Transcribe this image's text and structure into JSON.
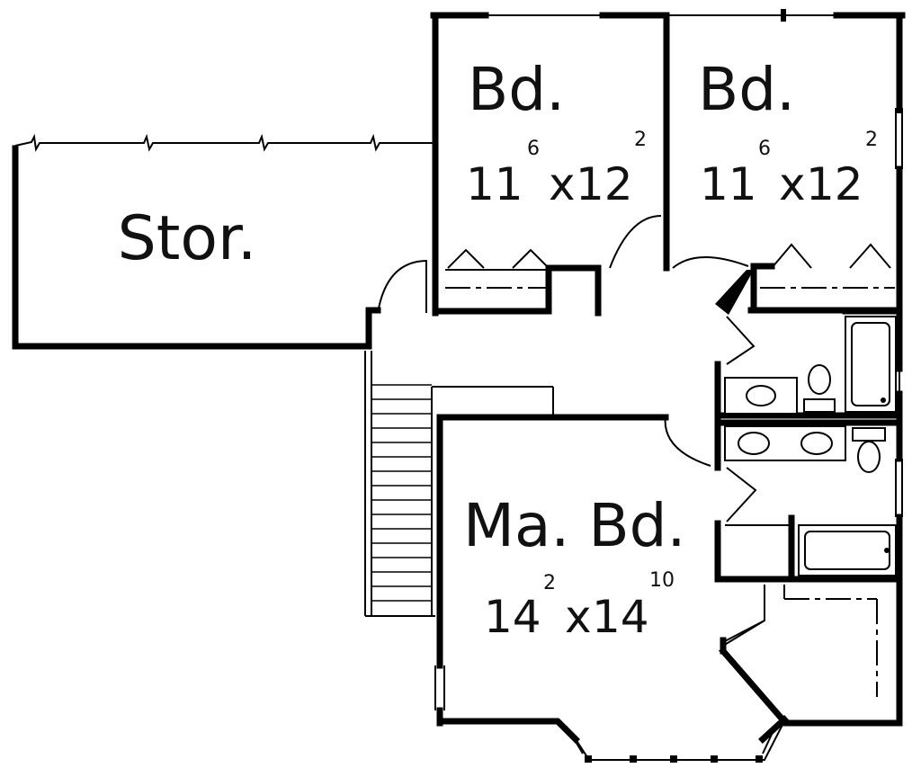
{
  "rooms": {
    "storage": {
      "label": "Stor."
    },
    "bedroom_1": {
      "label": "Bd.",
      "width_ft": "11",
      "width_in": "6",
      "length_ft": "12",
      "length_in": "2"
    },
    "bedroom_2": {
      "label": "Bd.",
      "width_ft": "11",
      "width_in": "6",
      "length_ft": "12",
      "length_in": "2"
    },
    "master_bedroom": {
      "label": "Ma. Bd.",
      "width_ft": "14",
      "width_in": "2",
      "length_ft": "14",
      "length_in": "10"
    }
  },
  "dim_separator": "x"
}
